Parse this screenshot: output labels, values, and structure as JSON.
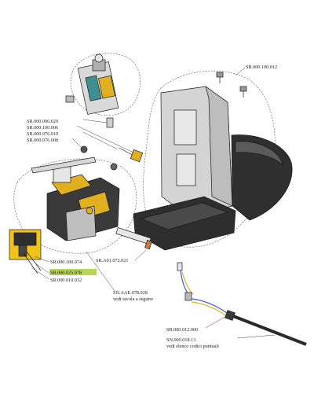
{
  "labels": {
    "sr_100_012": "SR.000.100.012",
    "sr_096_020": "SR.000.096.020",
    "sr_100_006": "SR.000.100.006",
    "sr_076_010": "SR.000.076.010",
    "sr_076_008": "SR.000.076.008",
    "sr_100_074": "SR.000.100.074",
    "sr_025_078": "SR.000.025.078",
    "sr_010_012": "SR.000.010.012",
    "sr_a01_072_021": "SR.A01.072.021",
    "sn_aae_078_028": "SN.AAE.078.028",
    "vedi_tavola": "vedi tavola a seguire",
    "sr_012_000": "SR.000.012.000",
    "sn_018_13": "SN.000.018.13",
    "vedi_elenco": "vedi elenco codici puntuali"
  },
  "colors": {
    "highlight": "#b6d657",
    "brass": "#e0b020",
    "dark_body": "#3a3a3a",
    "frame": "#c8c8c8",
    "teal": "#3e8f8f"
  }
}
